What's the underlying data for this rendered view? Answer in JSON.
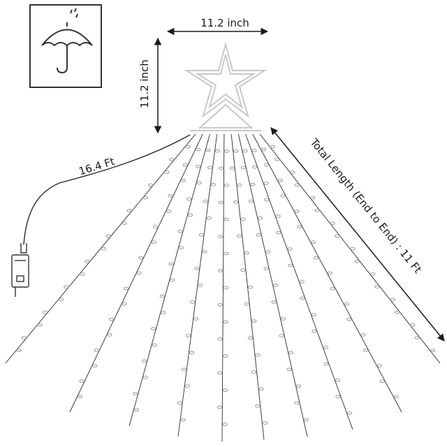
{
  "badge": {
    "icon": "umbrella-rain-icon"
  },
  "dimensions": {
    "star_width": "11.2 inch",
    "star_height": "11.2 inch",
    "cord_length": "16.4 Ft",
    "total_length": "Total Length (End to End) : 11 Ft"
  },
  "colors": {
    "line": "#2b2b2b",
    "bulb": "#9a9a9a",
    "star": "#c8c8c8",
    "text": "#1a1a1a"
  }
}
